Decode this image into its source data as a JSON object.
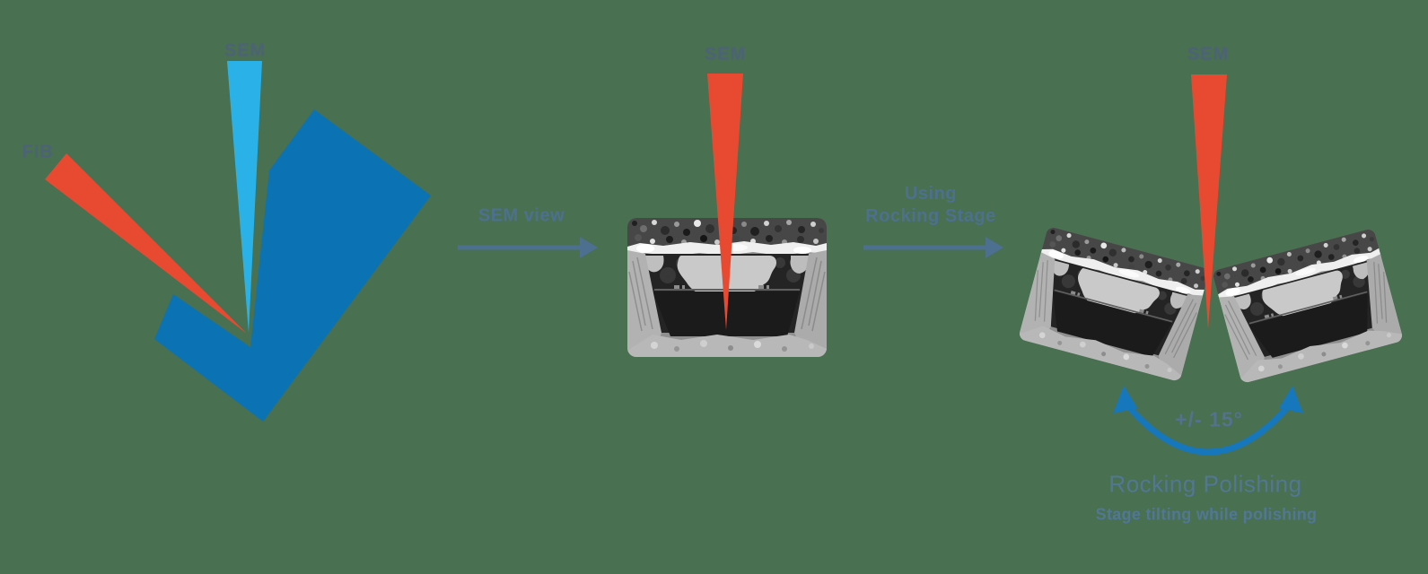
{
  "diagram": {
    "background_color": "#487051",
    "left_panel": {
      "sem_beam_label": "SEM",
      "fib_beam_label": "FIB"
    },
    "step1": {
      "caption": "SEM view"
    },
    "middle_panel": {
      "sem_beam_label": "SEM"
    },
    "step2": {
      "caption_line1": "Using",
      "caption_line2": "Rocking Stage"
    },
    "right_panel": {
      "sem_beam_label": "SEM",
      "angle_label": "+/- 15°",
      "title": "Rocking Polishing",
      "subtitle": "Stage tilting while polishing"
    },
    "colors": {
      "fib_beam_red": "#e84a31",
      "sem_beam_cyan": "#2ab2e8",
      "stage_blue": "#0b73b4",
      "arrow_steel": "#4d7090",
      "rocking_arrow_blue": "#1777bd",
      "background_green": "#487051"
    }
  }
}
